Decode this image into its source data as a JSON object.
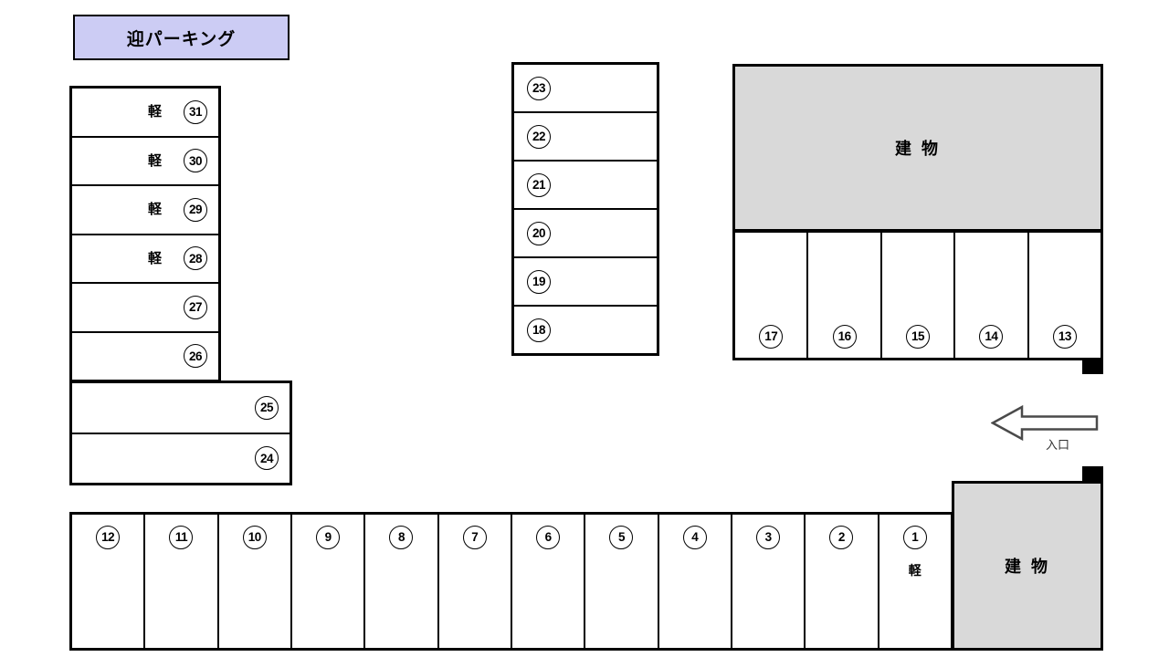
{
  "title": "迎パーキング",
  "labels": {
    "kei": "軽",
    "building": "建 物",
    "entrance": "入口"
  },
  "left_column": {
    "spaces": [
      {
        "number": "31",
        "kei": "軽"
      },
      {
        "number": "30",
        "kei": "軽"
      },
      {
        "number": "29",
        "kei": "軽"
      },
      {
        "number": "28",
        "kei": "軽"
      },
      {
        "number": "27"
      },
      {
        "number": "26"
      }
    ],
    "wide_spaces": [
      {
        "number": "25"
      },
      {
        "number": "24"
      }
    ]
  },
  "middle_column": {
    "spaces": [
      {
        "number": "23"
      },
      {
        "number": "22"
      },
      {
        "number": "21"
      },
      {
        "number": "20"
      },
      {
        "number": "19"
      },
      {
        "number": "18"
      }
    ]
  },
  "right_block": {
    "building_label": "建 物",
    "spaces": [
      {
        "number": "17"
      },
      {
        "number": "16"
      },
      {
        "number": "15"
      },
      {
        "number": "14"
      },
      {
        "number": "13"
      }
    ]
  },
  "bottom_row": {
    "spaces": [
      {
        "number": "12"
      },
      {
        "number": "11"
      },
      {
        "number": "10"
      },
      {
        "number": "9"
      },
      {
        "number": "8"
      },
      {
        "number": "7"
      },
      {
        "number": "6"
      },
      {
        "number": "5"
      },
      {
        "number": "4"
      },
      {
        "number": "3"
      },
      {
        "number": "2"
      },
      {
        "number": "1",
        "kei": "軽"
      }
    ]
  },
  "bottom_right_building_label": "建 物",
  "colors": {
    "title_bg": "#ccccf4",
    "building_bg": "#d9d9d9",
    "border": "#000000",
    "arrow_outline": "#4a4a4a"
  }
}
